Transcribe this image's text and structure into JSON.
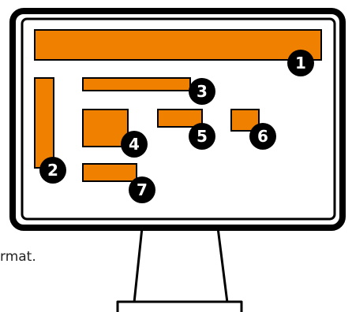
{
  "caption_fragment": "rmat.",
  "colors": {
    "block_fill": "#f08000",
    "outline": "#000000",
    "screen_background": "#ffffff",
    "badge_text": "#ffffff"
  },
  "icons": {
    "monitor": "monitor-icon",
    "stand": "monitor-stand-icon"
  },
  "regions": [
    {
      "id": "1",
      "label": "1"
    },
    {
      "id": "2",
      "label": "2"
    },
    {
      "id": "3",
      "label": "3"
    },
    {
      "id": "4",
      "label": "4"
    },
    {
      "id": "5",
      "label": "5"
    },
    {
      "id": "6",
      "label": "6"
    },
    {
      "id": "7",
      "label": "7"
    }
  ]
}
